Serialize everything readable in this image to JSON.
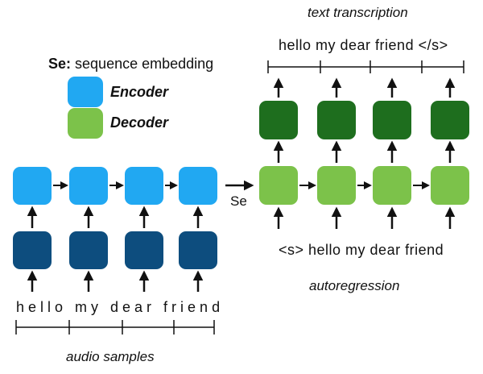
{
  "labels": {
    "top_title": "text transcription",
    "bottom_title": "audio samples",
    "autoregression": "autoregression",
    "output_sentence": "hello my dear friend </s>",
    "input_sentence": "<s> hello my dear friend",
    "audio_chars": "hello my dear friend",
    "se_edge_label": "Se"
  },
  "legend": {
    "se_key": "Se:",
    "se_desc": "sequence embedding",
    "encoder": "Encoder",
    "decoder": "Decoder"
  },
  "colors": {
    "encoder_light": "#21A8F2",
    "encoder_dark": "#0D4D7E",
    "decoder_light": "#7CC24A",
    "decoder_dark": "#1E6E1E",
    "arrow": "#111111"
  },
  "encoder": {
    "blocks": 4
  },
  "decoder": {
    "blocks": 4
  }
}
